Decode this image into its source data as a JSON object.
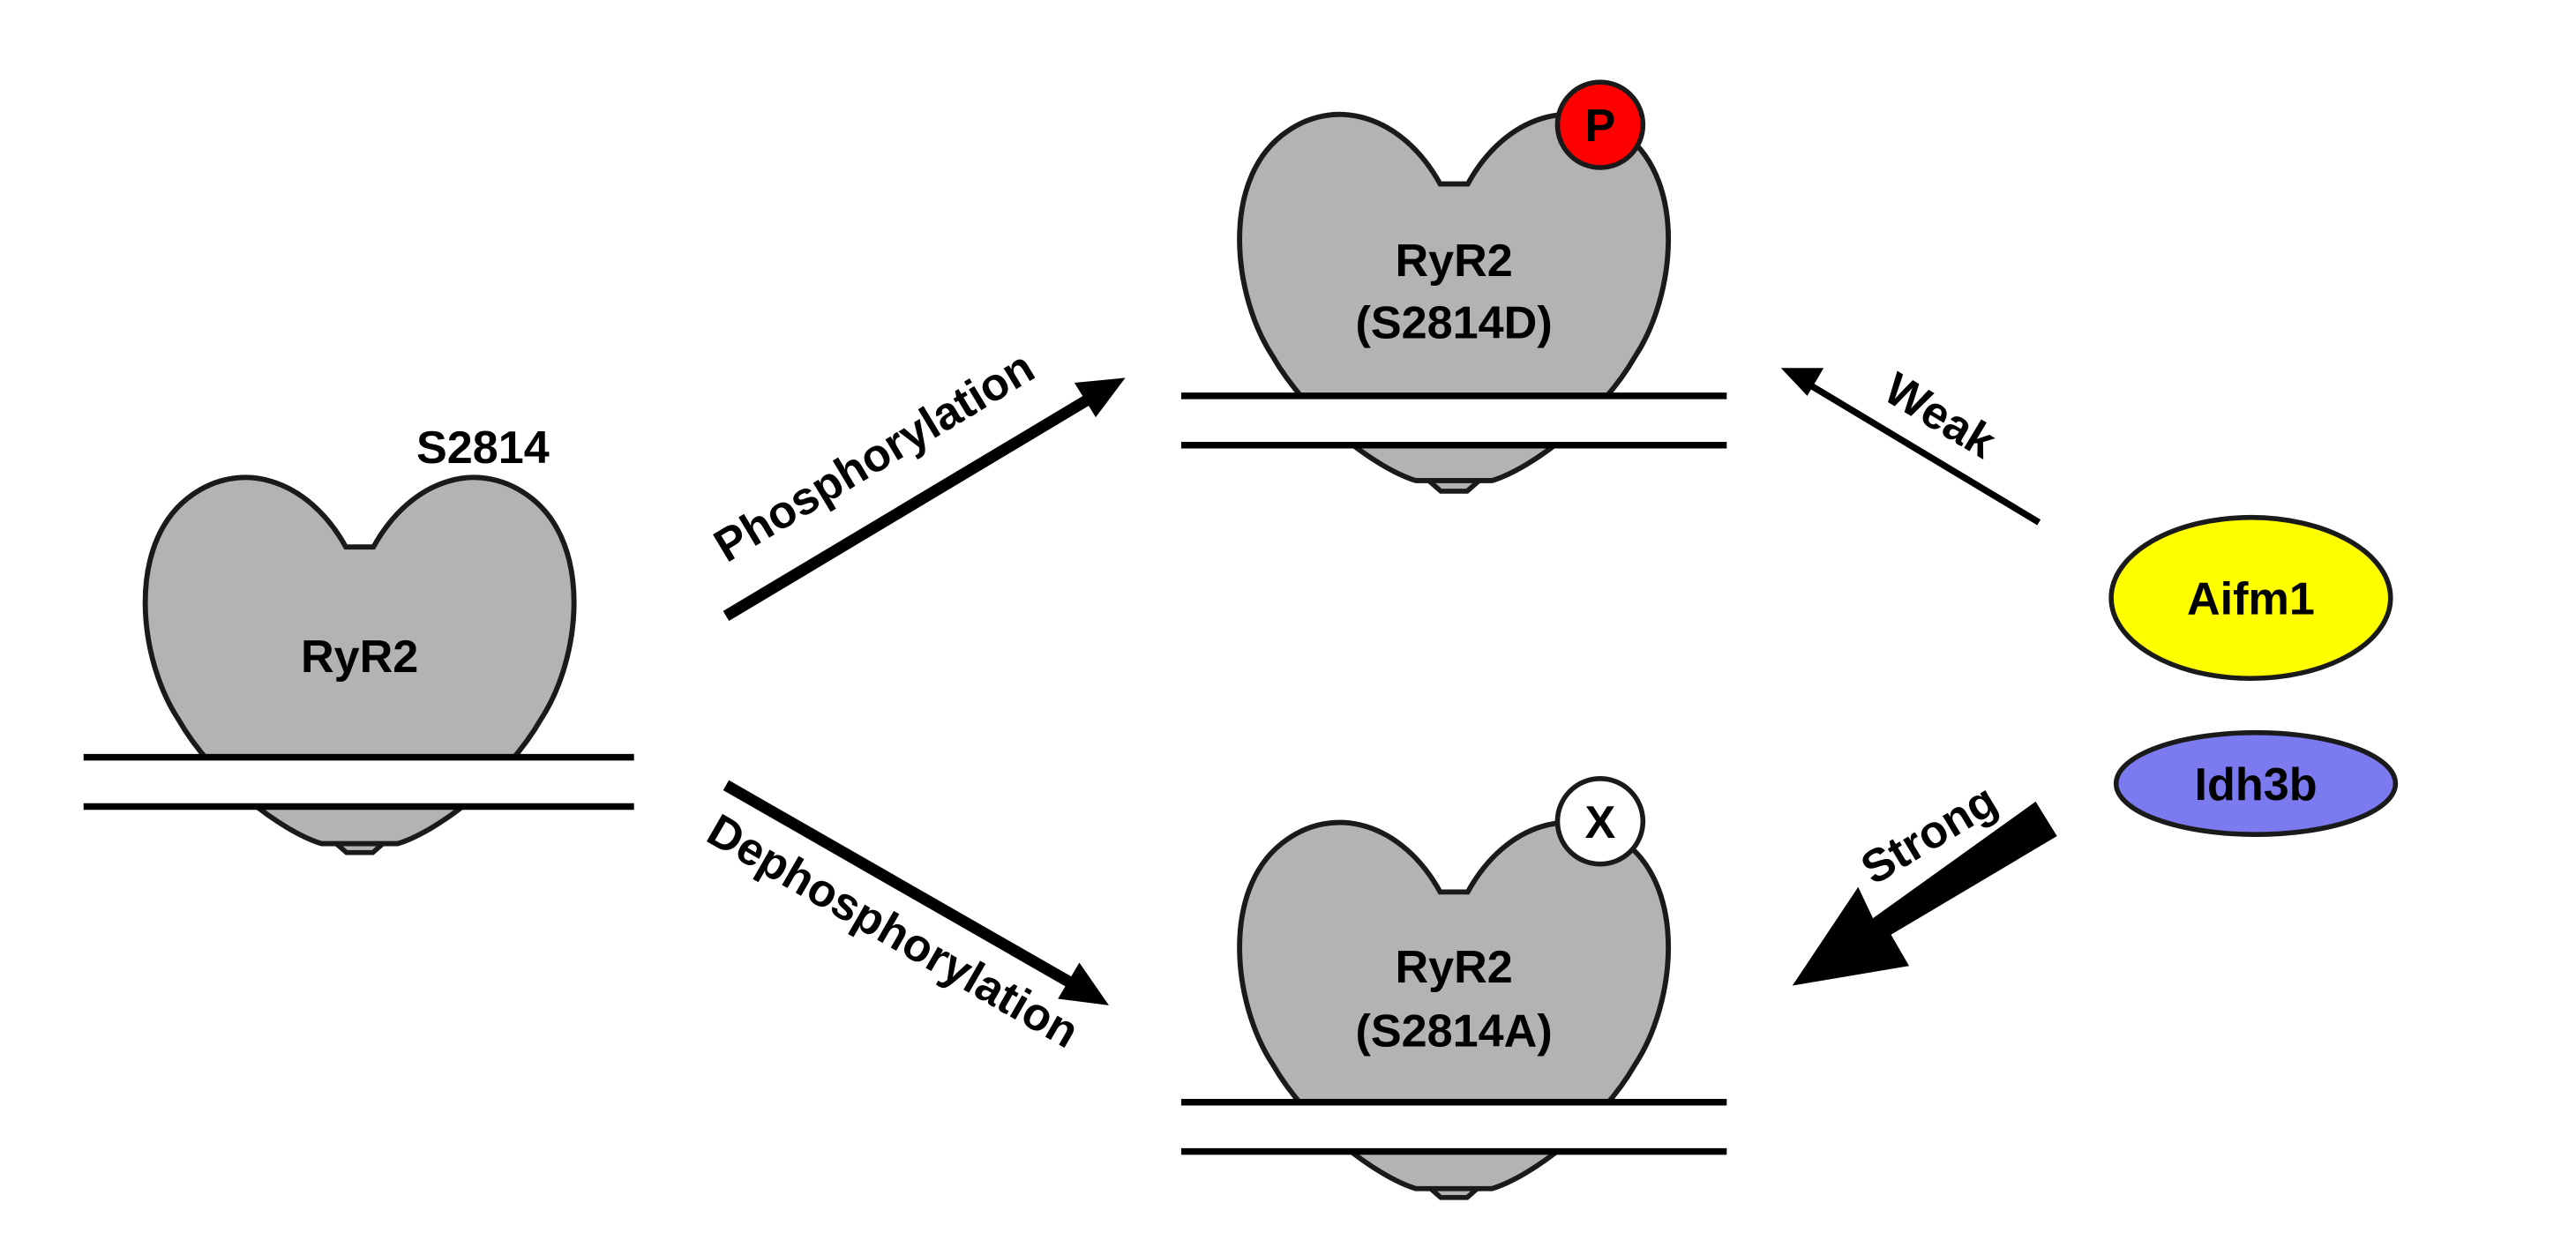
{
  "nodes": {
    "left_channel": {
      "label": "RyR2",
      "site_label": "S2814"
    },
    "top_channel": {
      "label_line1": "RyR2",
      "label_line2": "(S2814D)",
      "badge": "P"
    },
    "bottom_channel": {
      "label_line1": "RyR2",
      "label_line2": "(S2814A)",
      "badge": "X"
    },
    "aifm1": {
      "label": "Aifm1"
    },
    "idh3b": {
      "label": "Idh3b"
    }
  },
  "edges": {
    "phosphorylation": {
      "label": "Phosphorylation"
    },
    "dephosphorylation": {
      "label": "Dephosphorylation"
    },
    "weak": {
      "label": "Weak"
    },
    "strong": {
      "label": "Strong"
    }
  },
  "colors": {
    "channel_fill": "#b3b3b3",
    "outline": "#1a1a1a",
    "phospho_badge": "#ff0000",
    "mutant_badge": "#ffffff",
    "aifm1_fill": "#ffff00",
    "idh3b_fill": "#7b7bef"
  }
}
